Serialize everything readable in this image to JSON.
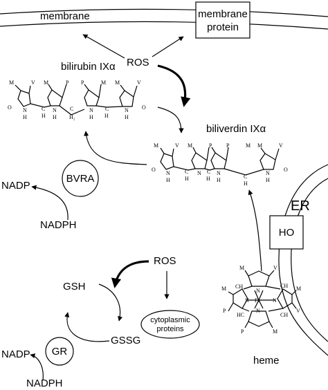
{
  "labels": {
    "membrane": "membrane",
    "membrane_protein_line1": "membrane",
    "membrane_protein_line2": "protein",
    "ros_top": "ROS",
    "bilirubin": "bilirubin IXα",
    "biliverdin": "biliverdin IXα",
    "bvra": "BVRA",
    "nadp_upper": "NADP",
    "nadph_upper": "NADPH",
    "er": "ER",
    "ho": "HO",
    "ros_lower": "ROS",
    "gsh": "GSH",
    "gssg": "GSSG",
    "cytoplasmic_line1": "cytoplasmic",
    "cytoplasmic_line2": "proteins",
    "gr": "GR",
    "nadp_lower": "NADP",
    "nadph_lower": "NADPH",
    "heme": "heme"
  },
  "atoms": {
    "bilirubin": [
      "M",
      "V",
      "M",
      "P",
      "P",
      "M",
      "M",
      "V",
      "O",
      "N",
      "H",
      "C",
      "N",
      "H",
      "C",
      "N",
      "H",
      "C",
      "N",
      "H",
      "O",
      "H",
      "H₂",
      "H"
    ],
    "biliverdin": [
      "M",
      "V",
      "M",
      "P",
      "P",
      "M",
      "M",
      "V",
      "O",
      "N",
      "H",
      "C",
      "N",
      "C",
      "N",
      "H",
      "C",
      "N",
      "H",
      "O",
      "H",
      "H",
      "H"
    ],
    "heme": [
      "M",
      "V",
      "M",
      "CH",
      "CH",
      "N",
      "N",
      "Fe",
      "N",
      "N",
      "HC",
      "CH",
      "P",
      "V",
      "M",
      "P",
      "M"
    ]
  },
  "colors": {
    "stroke": "#000000",
    "background": "#ffffff"
  }
}
